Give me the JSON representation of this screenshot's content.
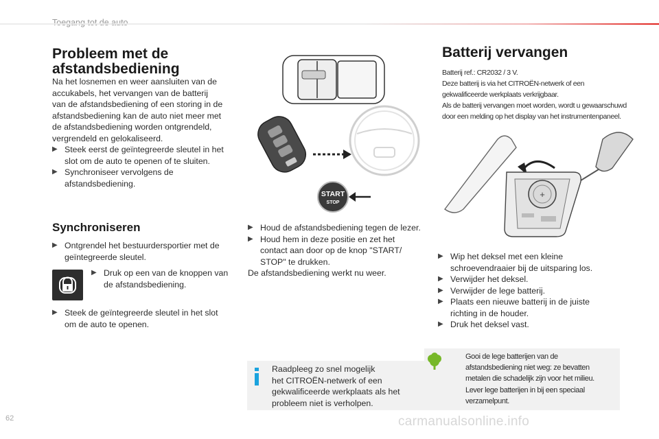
{
  "header": {
    "section": "Toegang tot de auto"
  },
  "left": {
    "title_line1": "Probleem met de",
    "title_line2": "afstandsbediening",
    "para": [
      "Na het losnemen en weer aansluiten van de",
      "accukabels, het vervangen van de batterij",
      "van de afstandsbediening of een storing in de",
      "afstandsbediening kan de auto niet meer met",
      "de afstandsbediening worden ontgrendeld,",
      "vergrendeld en gelokaliseerd."
    ],
    "bullet1": [
      "Steek eerst de geïntegreerde sleutel in het",
      "slot om de auto te openen of te sluiten."
    ],
    "bullet2": [
      "Synchroniseer vervolgens de",
      "afstandsbediening."
    ]
  },
  "sync": {
    "title": "Synchroniseren",
    "bullet1": [
      "Ontgrendel het bestuurdersportier met de",
      "geïntegreerde sleutel."
    ],
    "bullet2": [
      "Druk op een van de knoppen van",
      "de afstandsbediening."
    ],
    "bullet3": [
      "Steek de geïntegreerde sleutel in het slot",
      "om de auto te openen."
    ]
  },
  "middle": {
    "start_label": "START",
    "stop_label": "STOP",
    "bullet1": "Houd de afstandsbediening tegen de lezer.",
    "bullet2": [
      "Houd hem in deze positie en zet het",
      "contact aan door op de knop \"START/",
      "STOP\" te drukken."
    ],
    "result": "De afstandsbediening werkt nu weer.",
    "note": [
      "Raadpleeg zo snel mogelijk",
      "het CITROËN-netwerk of een",
      "gekwalificeerde werkplaats als het",
      "probleem niet is verholpen."
    ]
  },
  "right": {
    "title": "Batterij vervangen",
    "ref": [
      "Batterij ref.: CR2032 / 3 V.",
      "Deze batterij is via het CITROËN-netwerk of een",
      "gekwalificeerde werkplaats verkrijgbaar.",
      "Als de batterij vervangen moet worden, wordt u gewaarschuwd",
      "door een melding op het display van het instrumentenpaneel."
    ],
    "steps": [
      [
        "Wip het deksel met een kleine",
        "schroevendraaier bij de uitsparing los."
      ],
      [
        "Verwijder het deksel."
      ],
      [
        "Verwijder de lege batterij."
      ],
      [
        "Plaats een nieuwe batterij in de juiste",
        "richting in de houder."
      ],
      [
        "Druk het deksel vast."
      ]
    ],
    "env_note": [
      "Gooi de lege batterijen van de",
      "afstandsbediening niet weg: ze bevatten",
      "metalen die schadelijk zijn voor het milieu.",
      "Lever lege batterijen in bij een speciaal",
      "verzamelpunt."
    ]
  },
  "footer": {
    "page": "62",
    "watermark": "carmanualsonline.info"
  },
  "colors": {
    "accent_red": "#e0201b",
    "note_blue": "#1aa3de",
    "env_green": "#77b829",
    "note_bg": "#f1f1f1"
  }
}
